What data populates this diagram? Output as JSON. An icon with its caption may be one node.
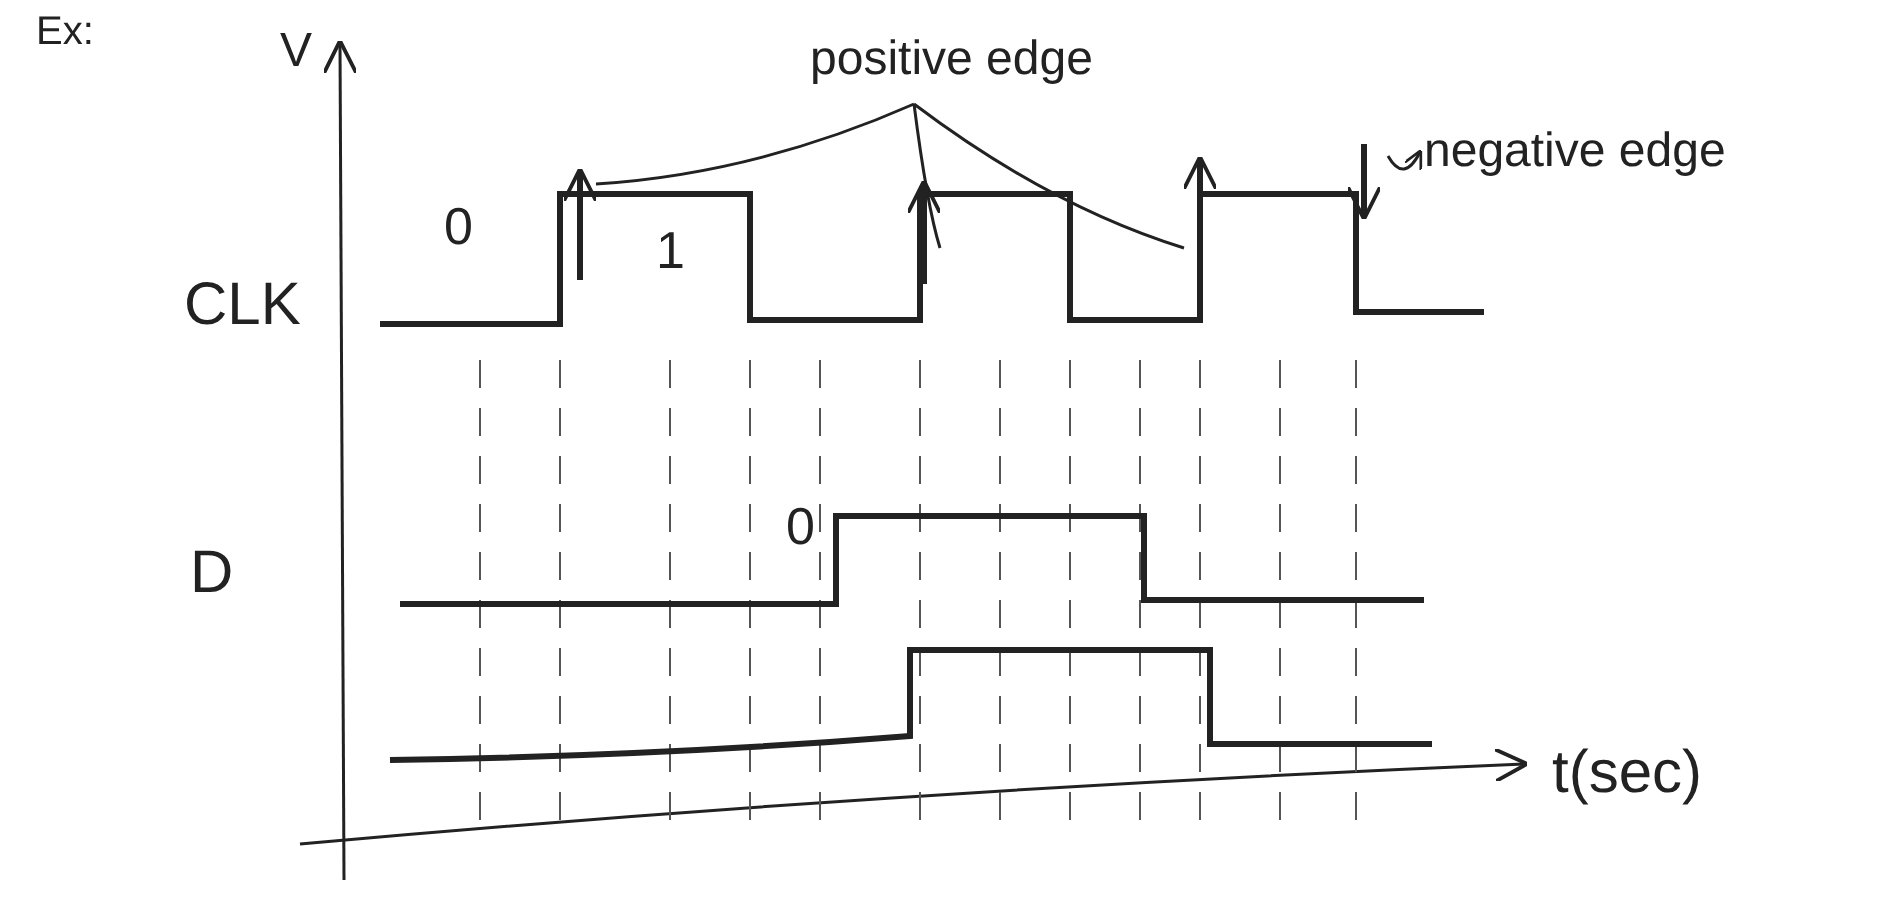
{
  "diagram": {
    "nodes": [
      {
        "text": [
          "positive edge"
        ]
      },
      {
        "text": [],
        "shape": "arrow"
      },
      {
        "text": [],
        "shape": "arrow"
      },
      {
        "text": [],
        "shape": "arrow"
      },
      {
        "text": [
          "negative edge"
        ]
      },
      {
        "text": [],
        "shape": "arrow"
      }
    ],
    "edges": [
      {
        "from": 0,
        "to": 1,
        "arrow": "none"
      },
      {
        "from": 0,
        "to": 2,
        "arrow": "none"
      },
      {
        "from": 0,
        "to": 3,
        "arrow": "none"
      },
      {
        "from": 5,
        "to": 4,
        "arrow": "to"
      }
    ],
    "labels": [
      "Ex:",
      "V",
      "CLK",
      "0",
      "1",
      "D",
      "0",
      "t(sec)"
    ]
  }
}
